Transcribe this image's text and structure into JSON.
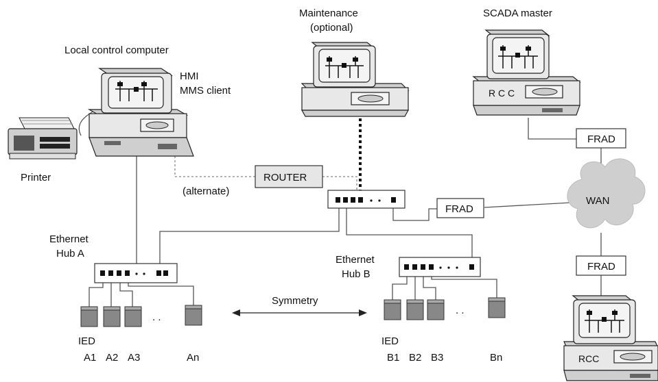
{
  "labels": {
    "local_control": "Local control computer",
    "hmi": "HMI",
    "mms_client": "MMS client",
    "printer": "Printer",
    "maintenance": "Maintenance",
    "optional": "(optional)",
    "scada_master": "SCADA master",
    "router": "ROUTER",
    "alternate": "(alternate)",
    "frad_top": "FRAD",
    "frad_mid": "FRAD",
    "frad_bottom": "FRAD",
    "wan": "WAN",
    "hub_a_line1": "Ethernet",
    "hub_a_line2": "Hub A",
    "hub_b_line1": "Ethernet",
    "hub_b_line2": "Hub B",
    "symmetry": "Symmetry",
    "ied_a": "IED",
    "ied_b": "IED",
    "a1": "A1",
    "a2": "A2",
    "a3": "A3",
    "an": "An",
    "b1": "B1",
    "b2": "B2",
    "b3": "B3",
    "bn": "Bn",
    "rcc_top": "R C C",
    "rcc_bottom": "RCC",
    "dots": ". ."
  }
}
